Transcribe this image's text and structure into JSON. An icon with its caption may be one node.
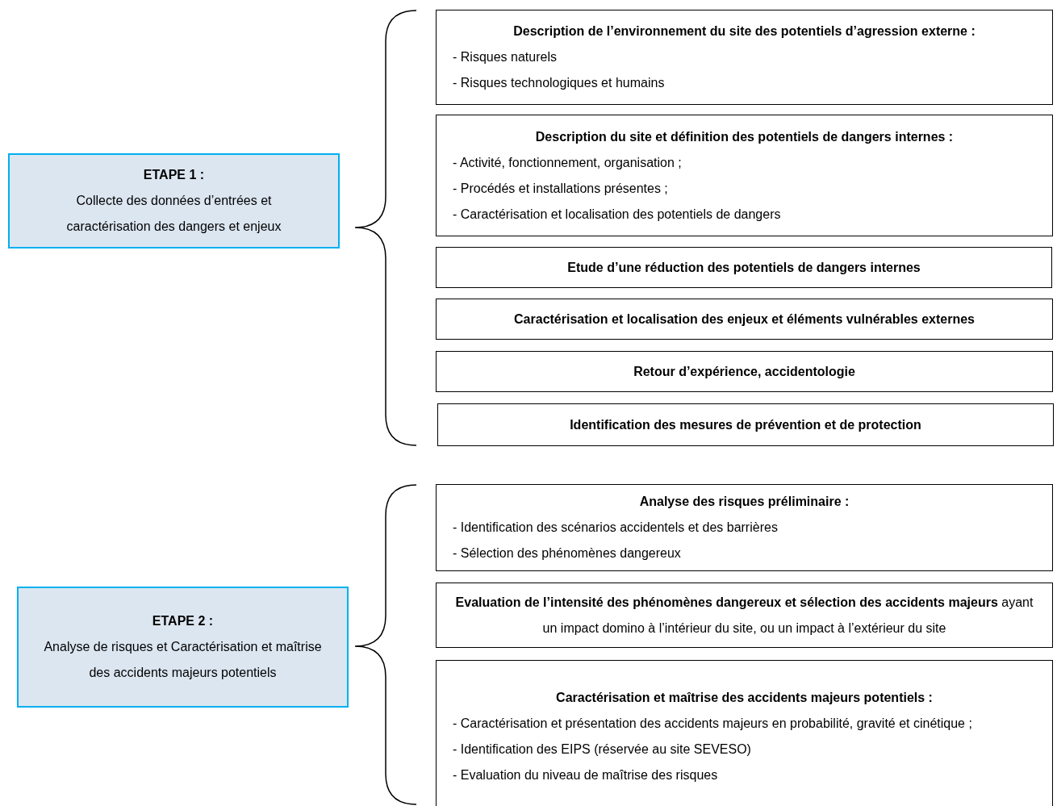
{
  "diagram": {
    "nodes": [
      {
        "text": [
          "ETAPE 1 :",
          "Collecte des données d’entrées et caractérisation des dangers et enjeux"
        ]
      },
      {
        "text": [
          "Description de l’environnement du site des potentiels d’agression externe :",
          "- Risques naturels",
          "- Risques technologiques et humains"
        ]
      },
      {
        "text": [
          "Description du site et définition des potentiels de dangers internes :",
          "- Activité, fonctionnement, organisation ;",
          "- Procédés et installations présentes ;",
          "- Caractérisation et localisation des potentiels de dangers"
        ]
      },
      {
        "text": [
          "Etude d’une réduction des potentiels de dangers internes"
        ]
      },
      {
        "text": [
          "Caractérisation et localisation des enjeux et éléments vulnérables externes"
        ]
      },
      {
        "text": [
          "Retour d’expérience, accidentologie"
        ]
      },
      {
        "text": [
          "Identification des mesures de prévention et de protection"
        ]
      },
      {
        "text": [
          "ETAPE 2 :",
          "Analyse de risques et Caractérisation et maîtrise des accidents majeurs potentiels"
        ]
      },
      {
        "text": [
          "Analyse des risques préliminaire :",
          "- Identification des scénarios accidentels et des barrières",
          "- Sélection des phénomènes dangereux"
        ]
      },
      {
        "text": [
          "**Evaluation de l’intensité des phénomènes dangereux et sélection des accidents majeurs** ayant un impact domino à l’intérieur du site, ou un impact à l’extérieur du site"
        ]
      },
      {
        "text": [
          "Caractérisation et maîtrise des accidents majeurs potentiels :",
          "- Caractérisation et présentation des accidents majeurs en probabilité, gravité et cinétique ;",
          "- Identification des EIPS (réservée au site SEVESO)",
          "- Evaluation du niveau de maîtrise des risques"
        ]
      }
    ],
    "edges": []
  }
}
